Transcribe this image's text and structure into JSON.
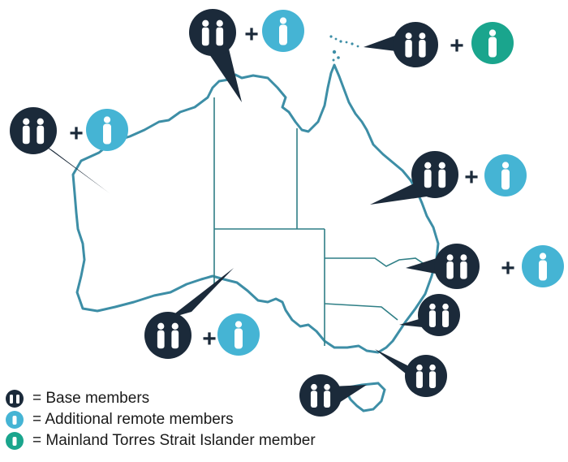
{
  "colors": {
    "base": "#1b2a3a",
    "remote": "#45b4d4",
    "torres": "#1aa58d",
    "outline": "#3d8ea6",
    "border": "#2f7f86"
  },
  "plus_sign": "+",
  "markers": [
    {
      "region": "top-end",
      "extra": "remote"
    },
    {
      "region": "torres-strait",
      "extra": "torres"
    },
    {
      "region": "kimberley",
      "extra": "remote"
    },
    {
      "region": "north-queensland",
      "extra": "remote"
    },
    {
      "region": "south-queensland",
      "extra": "remote"
    },
    {
      "region": "central",
      "extra": "remote"
    },
    {
      "region": "new-south-wales",
      "extra": "none"
    },
    {
      "region": "victoria",
      "extra": "none"
    },
    {
      "region": "tasmania",
      "extra": "none"
    }
  ],
  "legend": [
    {
      "icon": "base",
      "label": "= Base members"
    },
    {
      "icon": "remote",
      "label": "= Additional remote members"
    },
    {
      "icon": "torres",
      "label": "= Mainland Torres Strait Islander member"
    }
  ]
}
